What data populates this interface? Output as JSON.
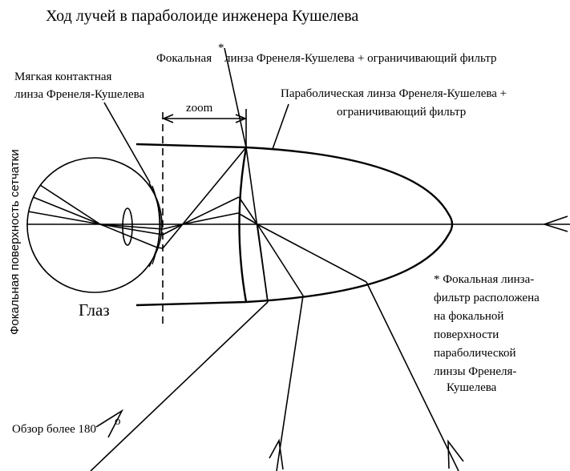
{
  "title": "Ход лучей в параболоиде инженера Кушелева",
  "labels": {
    "focal_lens_a": "Фокальная",
    "focal_lens_star": "*",
    "focal_lens_b": "линза Френеля-Кушелева + ограничивающий фильтр",
    "soft_lens_1": "Мягкая контактная",
    "soft_lens_2": "линза Френеля-Кушелева",
    "parabolic_1": "Параболическая линза Френеля-Кушелева +",
    "parabolic_2": "ограничивающий фильтр",
    "zoom": "zoom",
    "retina": "Фокальная поверхность сетчатки",
    "eye": "Глаз",
    "view": "Обзор более 180",
    "degree": "o"
  },
  "note": [
    "* Фокальная линза-",
    "фильтр расположена",
    "на фокальной",
    "поверхности",
    "параболической",
    "линзы Френеля-",
    "Кушелева"
  ],
  "colors": {
    "ink": "#000000",
    "background": "#ffffff"
  }
}
